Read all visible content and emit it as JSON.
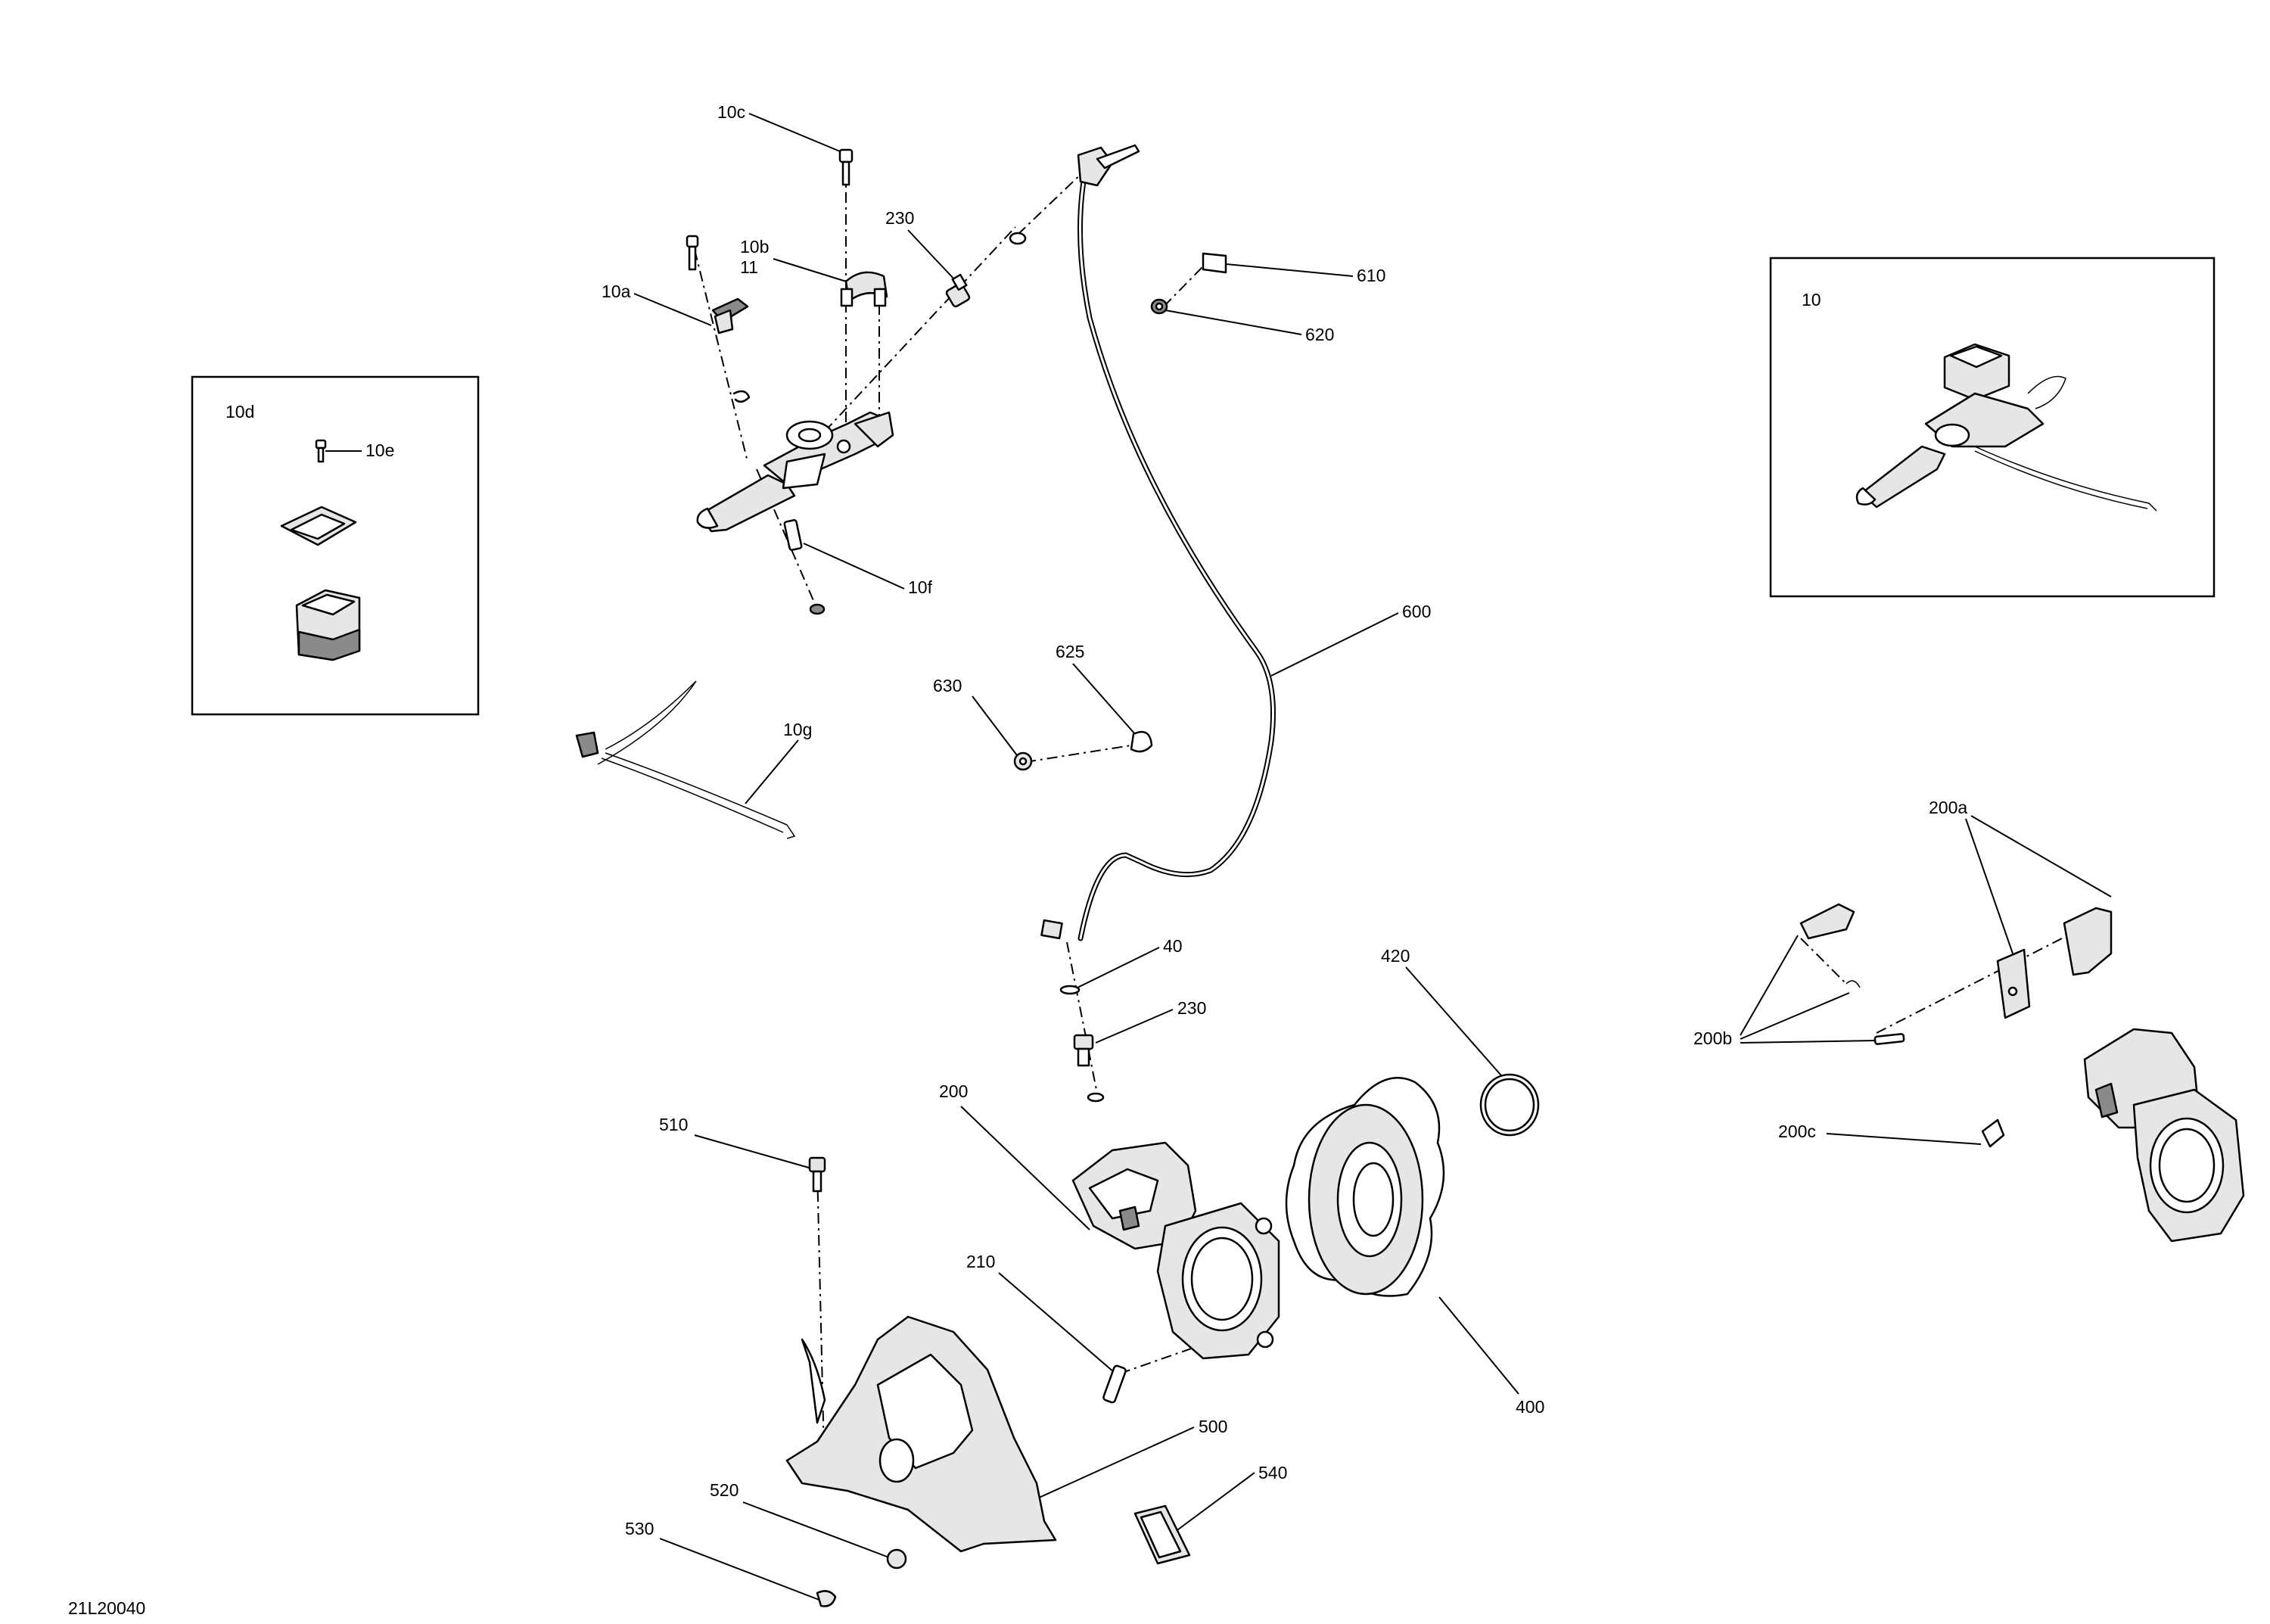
{
  "diagram_id": "21L20040",
  "callouts": {
    "c10c": "10c",
    "c10b": "10b",
    "c11": "11",
    "c10a": "10a",
    "c230a": "230",
    "c610": "610",
    "c620": "620",
    "c10d": "10d",
    "c10e": "10e",
    "c10f": "10f",
    "c10": "10",
    "c600": "600",
    "c630": "630",
    "c625": "625",
    "c10g": "10g",
    "c200a": "200a",
    "c40": "40",
    "c230b": "230",
    "c420": "420",
    "c200b": "200b",
    "c200": "200",
    "c510": "510",
    "c200c": "200c",
    "c210": "210",
    "c400": "400",
    "c500": "500",
    "c540": "540",
    "c520": "520",
    "c530": "530"
  }
}
